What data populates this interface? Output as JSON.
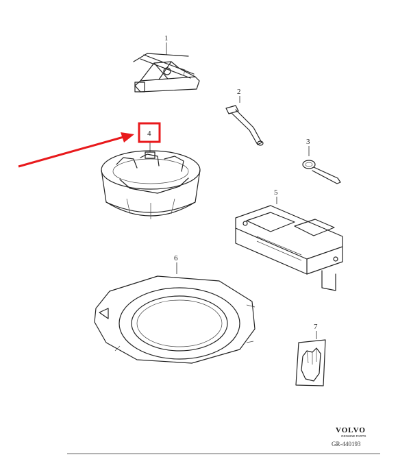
{
  "callouts": {
    "c1": "1",
    "c2": "2",
    "c3": "3",
    "c4": "4",
    "c5": "5",
    "c6": "6",
    "c7": "7"
  },
  "parts": [
    {
      "callout": "1",
      "icon": "scissor-jack-icon"
    },
    {
      "callout": "2",
      "icon": "wheel-wrench-icon"
    },
    {
      "callout": "3",
      "icon": "towing-eye-icon"
    },
    {
      "callout": "4",
      "icon": "tool-holder-icon"
    },
    {
      "callout": "5",
      "icon": "bracket-icon"
    },
    {
      "callout": "6",
      "icon": "spare-wheel-well-icon"
    },
    {
      "callout": "7",
      "icon": "gloves-bag-icon"
    }
  ],
  "highlight": {
    "callout": "4",
    "box_color": "#e8191c",
    "arrow_color": "#e8191c"
  },
  "brand": {
    "name": "VOLVO",
    "sub": "GENUINE PARTS"
  },
  "reference": "GR-440193"
}
